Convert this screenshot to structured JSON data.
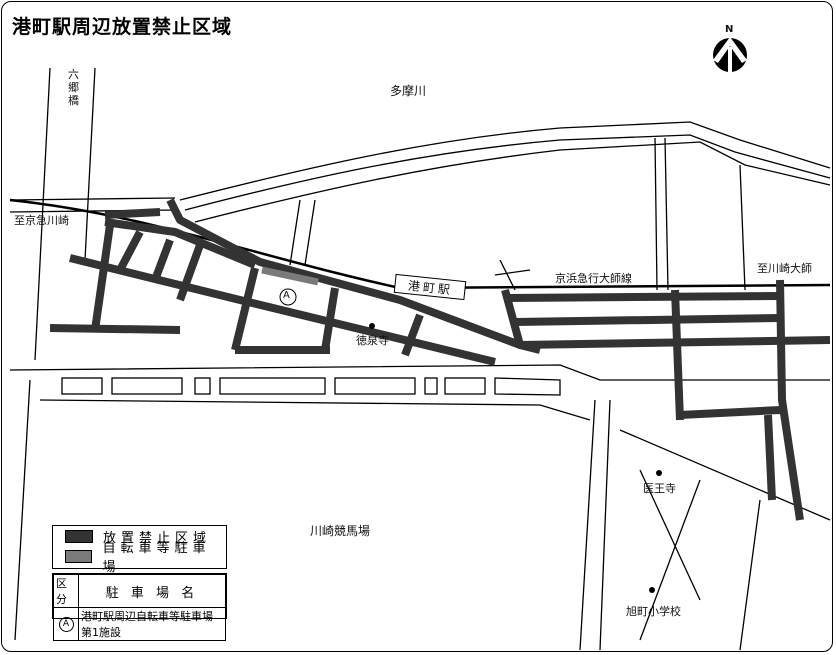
{
  "title": "港町駅周辺放置禁止区域",
  "north": "N",
  "labels": {
    "river": "多摩川",
    "rokugo": "六郷橋",
    "to_keikyu_kawasaki": "至京急川崎",
    "station": "港町駅",
    "line": "京浜急行大師線",
    "to_kawasaki_daishi": "至川崎大師",
    "tokusenji": "徳泉寺",
    "parking_marker": "A",
    "racecourse": "川崎競馬場",
    "iouji": "医王寺",
    "school": "旭町小学校"
  },
  "legend": {
    "items": [
      {
        "label": "放置禁止区域",
        "color": "#333333"
      },
      {
        "label": "自転車等駐車場",
        "color": "#7a7a7a"
      }
    ],
    "table_headers": [
      "区分",
      "駐 車 場 名"
    ],
    "rows": [
      {
        "marker": "A",
        "name": "港町駅周辺自転車等駐車場第1施設"
      }
    ]
  }
}
